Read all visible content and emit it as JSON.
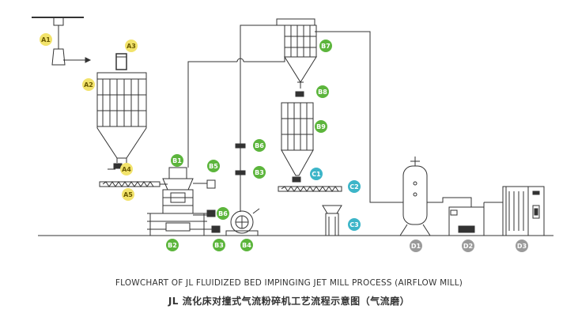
{
  "diagram": {
    "labels": [
      {
        "id": "A1",
        "text": "A1",
        "group": "A"
      },
      {
        "id": "A2",
        "text": "A2",
        "group": "A"
      },
      {
        "id": "A3",
        "text": "A3",
        "group": "A"
      },
      {
        "id": "A4",
        "text": "A4",
        "group": "A"
      },
      {
        "id": "A5",
        "text": "A5",
        "group": "A"
      },
      {
        "id": "B1",
        "text": "B1",
        "group": "B"
      },
      {
        "id": "B2",
        "text": "B2",
        "group": "B"
      },
      {
        "id": "B3",
        "text": "B3",
        "group": "B"
      },
      {
        "id": "B4",
        "text": "B4",
        "group": "B"
      },
      {
        "id": "B5",
        "text": "B5",
        "group": "B"
      },
      {
        "id": "B6",
        "text": "B6",
        "group": "B"
      },
      {
        "id": "B7",
        "text": "B7",
        "group": "B"
      },
      {
        "id": "B8",
        "text": "B8",
        "group": "B"
      },
      {
        "id": "B9",
        "text": "B9",
        "group": "B"
      },
      {
        "id": "B-valve-upper",
        "text": "B6",
        "group": "B"
      },
      {
        "id": "B-valve-lower",
        "text": "B3",
        "group": "B"
      },
      {
        "id": "C1",
        "text": "C1",
        "group": "C"
      },
      {
        "id": "C2",
        "text": "C2",
        "group": "C"
      },
      {
        "id": "C3",
        "text": "C3",
        "group": "C"
      },
      {
        "id": "D1",
        "text": "D1",
        "group": "D"
      },
      {
        "id": "D2",
        "text": "D2",
        "group": "D"
      },
      {
        "id": "D3",
        "text": "D3",
        "group": "D"
      }
    ],
    "group_colors": {
      "A": "#f2e36b",
      "B": "#5cb53c",
      "C": "#3cb5c8",
      "D": "#9a9a9a"
    },
    "line_color": "#333333"
  },
  "caption": {
    "english": "FLOWCHART OF JL FLUIDIZED BED IMPINGING JET MILL PROCESS (AIRFLOW MILL)",
    "chinese": "JL 流化床对撞式气流粉碎机工艺流程示意图（气流磨）"
  }
}
